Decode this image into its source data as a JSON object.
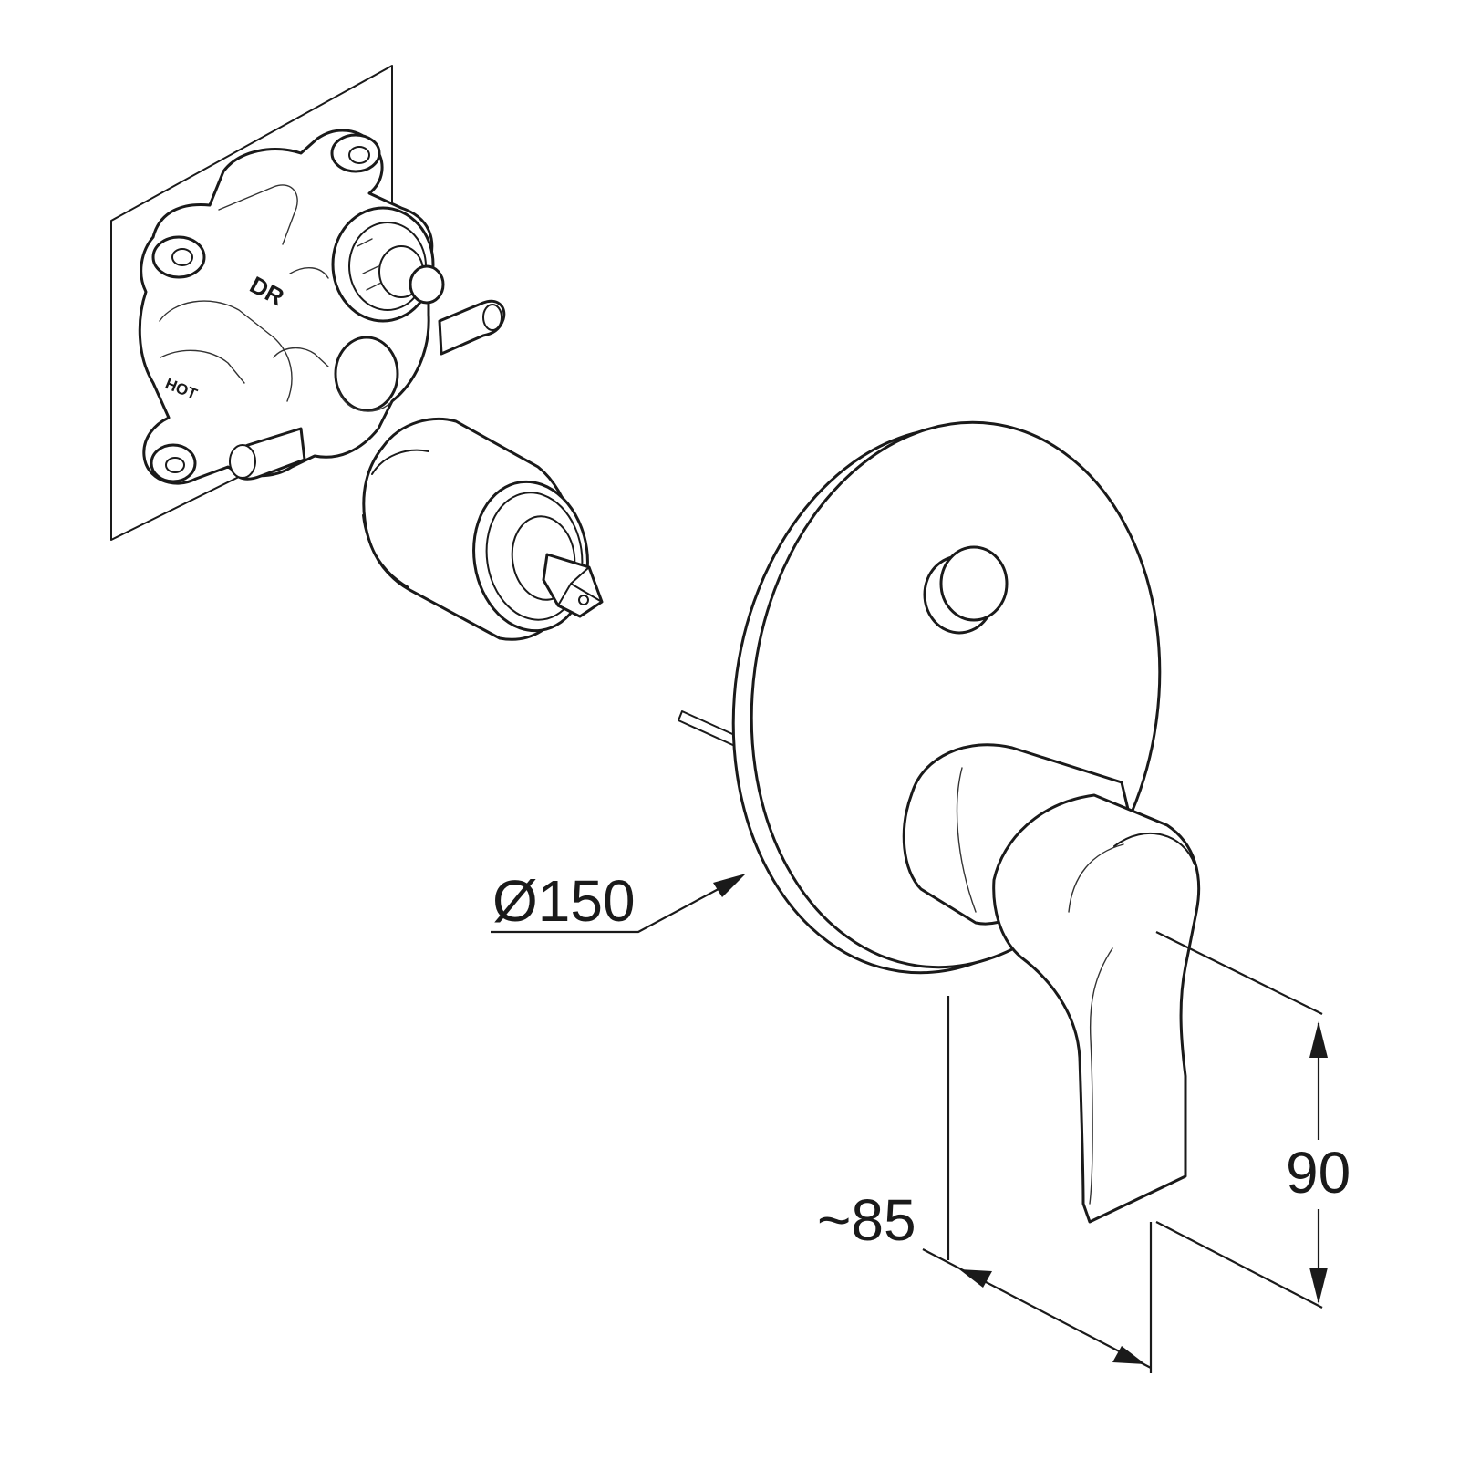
{
  "valve_body": {
    "label_top": "DR",
    "label_side": "HOT"
  },
  "dimensions": {
    "diameter": "Ø150",
    "depth": "~85",
    "height": "90"
  }
}
